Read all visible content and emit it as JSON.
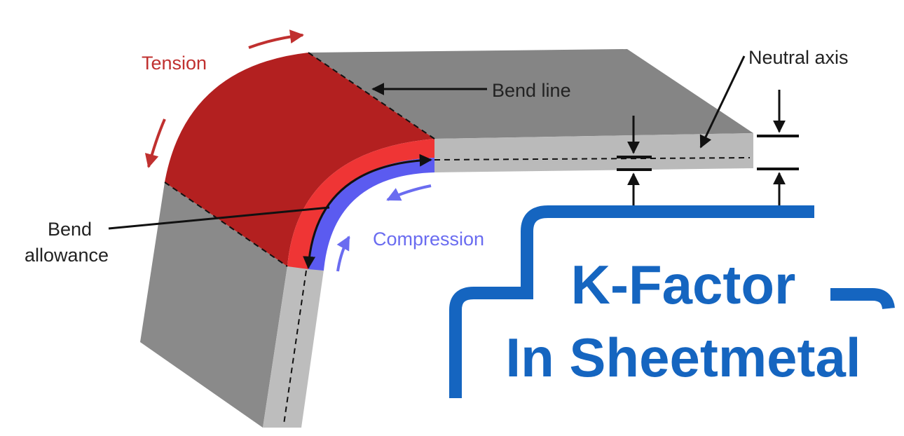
{
  "labels": {
    "tension": "Tension",
    "bend_line": "Bend line",
    "neutral_axis": "Neutral axis",
    "bend_allowance_line1": "Bend",
    "bend_allowance_line2": "allowance",
    "compression": "Compression"
  },
  "title": {
    "line1": "K-Factor",
    "line2": "In Sheetmetal"
  },
  "colors": {
    "tension": "#c0302f",
    "compression": "#6a6cf0",
    "accent": "#1565c0"
  }
}
